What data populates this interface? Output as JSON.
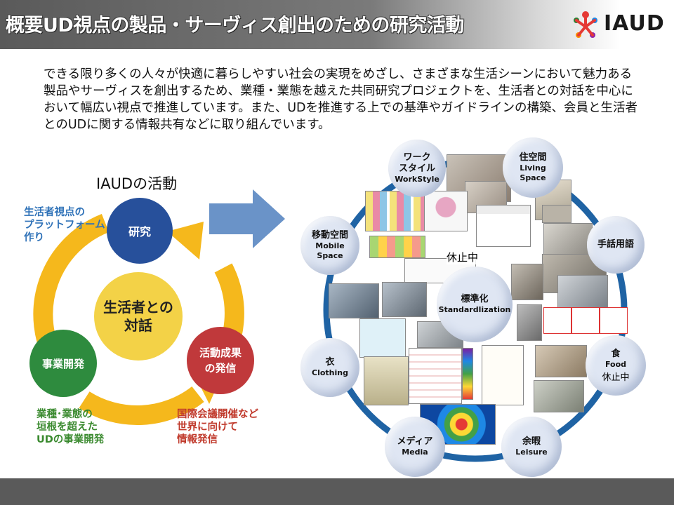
{
  "header": {
    "title": "概要UD視点の製品・サーヴィス創出のための研究活動",
    "logo_text": "IAUD"
  },
  "intro": "できる限り多くの人々が快適に暮らしやすい社会の実現をめざし、さまざまな生活シーンにおいて魅力ある製品やサーヴィスを創出するため、業種・業態を越えた共同研究プロジェクトを、生活者との対話を中心において幅広い視点で推進しています。また、UDを推進する上での基準やガイドラインの構築、会員と生活者とのUDに関する情報共有などに取り組んでいます。",
  "cycle": {
    "title": "IAUDの活動",
    "center": [
      "生活者との",
      "対話"
    ],
    "research": "研究",
    "business": "事業開発",
    "output": [
      "活動成果",
      "の発信"
    ],
    "note_research": [
      "生活者視点の",
      "プラットフォーム",
      "作り"
    ],
    "note_business": [
      "業種･業態の",
      "垣根を超えた",
      "UDの事業開発"
    ],
    "note_output": [
      "国際会議開催など",
      "世界に向けて",
      "情報発信"
    ]
  },
  "areas": {
    "workstyle": {
      "jp1": "ワーク",
      "jp2": "スタイル",
      "en": "WorkStyle"
    },
    "living": {
      "jp": "住空間",
      "en1": "Living",
      "en2": "Space"
    },
    "mobile": {
      "jp": "移動空間",
      "en1": "Mobile",
      "en2": "Space"
    },
    "sign": {
      "jp": "手話用語"
    },
    "standard": {
      "jp": "標準化",
      "en": "Standardlization"
    },
    "clothing": {
      "jp": "衣",
      "en": "Clothing"
    },
    "food": {
      "jp": "食",
      "en": "Food",
      "status": "休止中"
    },
    "media": {
      "jp": "メディア",
      "en": "Media"
    },
    "leisure": {
      "jp": "余暇",
      "en": "Leisure"
    }
  },
  "mobile_status": "休止中",
  "colors": {
    "research": "#27509b",
    "business": "#2e8b3e",
    "output": "#c0393b",
    "center": "#f3d247",
    "ring": "#f5b81c",
    "note_blue": "#2f72b8",
    "note_green": "#3a8a2f",
    "note_red": "#c0392b",
    "arrow": "#6a93c8",
    "panel_ring": "#1f63a4"
  }
}
